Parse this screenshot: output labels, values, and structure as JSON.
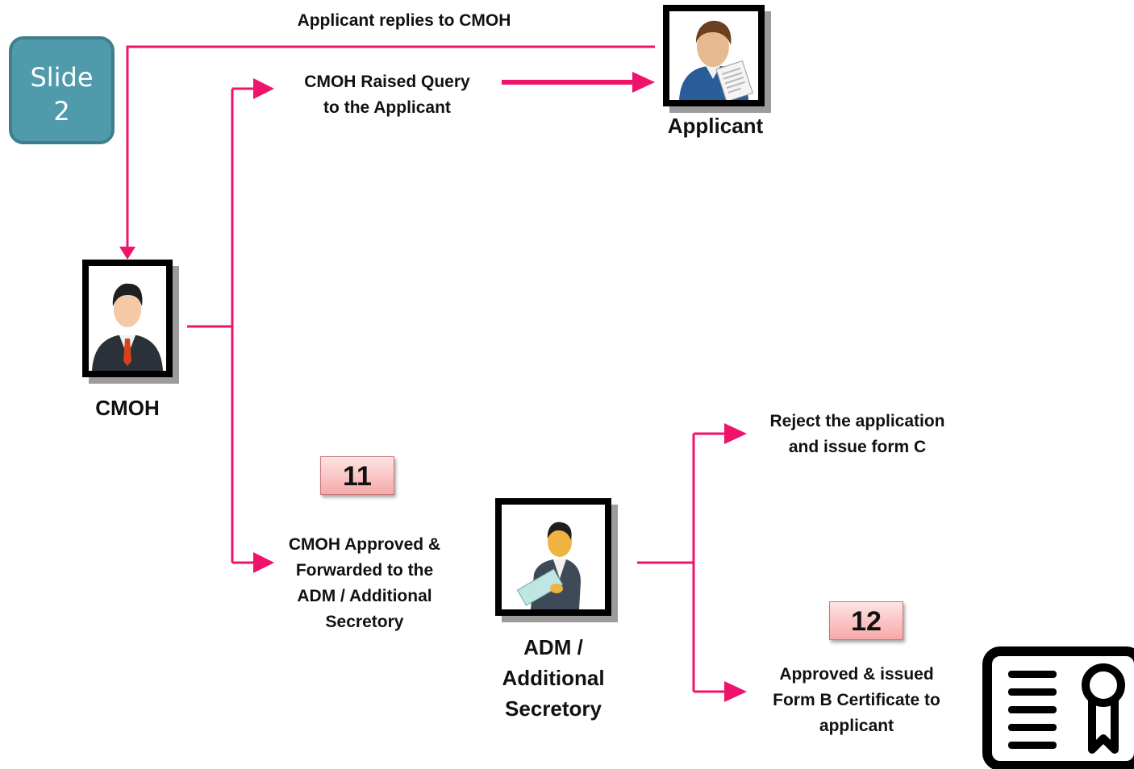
{
  "slide_badge": {
    "text_line1": "Slide",
    "text_line2": "2"
  },
  "labels": {
    "applicant_replies": "Applicant replies to CMOH",
    "query_line1": "CMOH Raised Query",
    "query_line2": "to the Applicant",
    "applicant": "Applicant",
    "cmoh": "CMOH",
    "approved_line1": "CMOH Approved &",
    "approved_line2": "Forwarded to the",
    "approved_line3": "ADM / Additional",
    "approved_line4": "Secretory",
    "adm_line1": "ADM /",
    "adm_line2": "Additional",
    "adm_line3": "Secretory",
    "reject_line1": "Reject the application",
    "reject_line2": "and issue form C",
    "issued_line1": "Approved & issued",
    "issued_line2": "Form B Certificate to",
    "issued_line3": "applicant"
  },
  "step_numbers": {
    "step_11": "11",
    "step_12": "12"
  },
  "icons": {
    "applicant": "applicant-person-icon",
    "cmoh": "officer-person-icon",
    "adm": "businessman-clipboard-icon",
    "certificate": "certificate-icon"
  },
  "colors": {
    "connector": "#f0136b",
    "badge_fill": "#4f9bab",
    "badge_border": "#3f7f8d",
    "step_box": "#f6a9a9"
  }
}
